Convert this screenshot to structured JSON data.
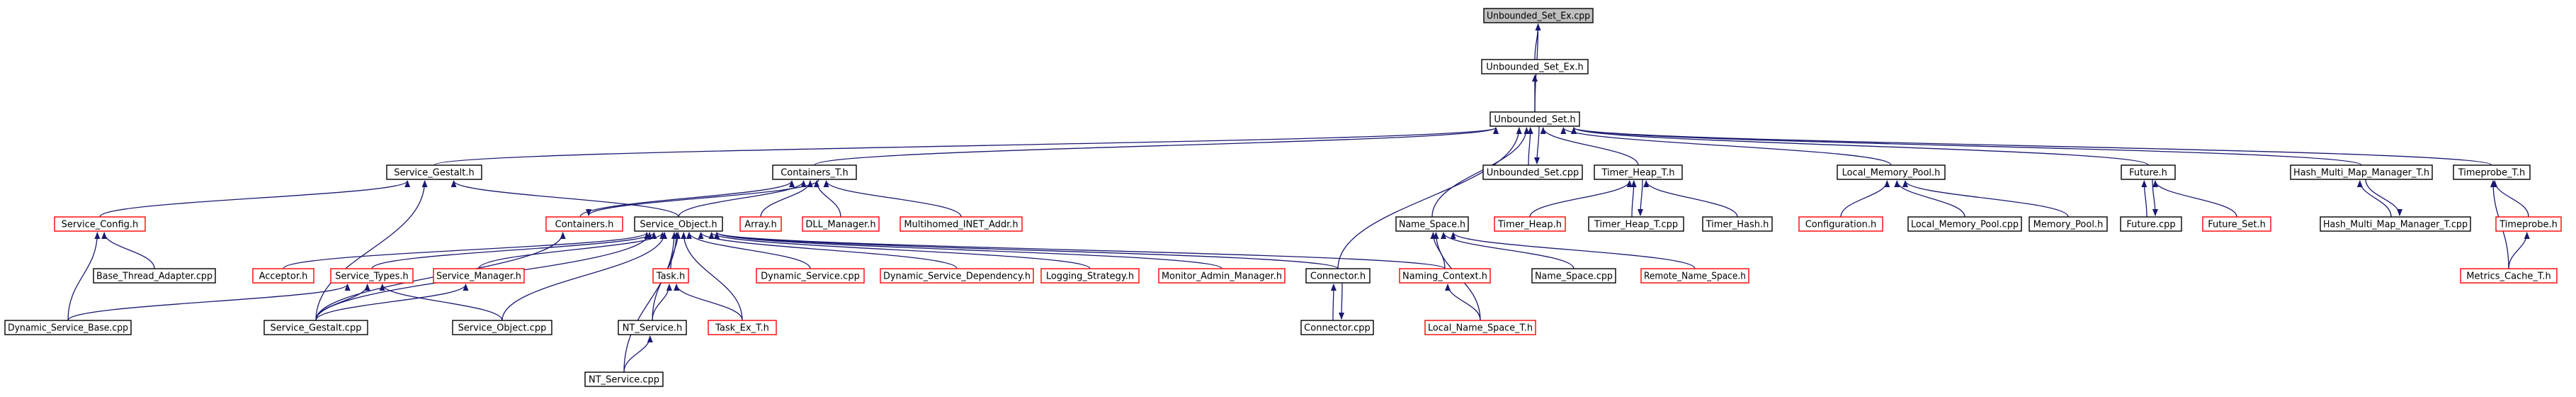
{
  "colors": {
    "edge": "#191970",
    "border_normal": "#000000",
    "border_undocumented": "#ff0000",
    "fill_normal": "#ffffff",
    "fill_root": "#bfbfbf"
  },
  "nodes": [
    {
      "id": "unbounded_set_ex_cpp",
      "label": "Unbounded_Set_Ex.cpp",
      "style": "root"
    },
    {
      "id": "unbounded_set_ex_h",
      "label": "Unbounded_Set_Ex.h",
      "style": "normal"
    },
    {
      "id": "unbounded_set_h",
      "label": "Unbounded_Set.h",
      "style": "normal"
    },
    {
      "id": "service_gestalt_h",
      "label": "Service_Gestalt.h",
      "style": "normal"
    },
    {
      "id": "containers_t_h",
      "label": "Containers_T.h",
      "style": "normal"
    },
    {
      "id": "unbounded_set_cpp",
      "label": "Unbounded_Set.cpp",
      "style": "normal"
    },
    {
      "id": "timer_heap_t_h",
      "label": "Timer_Heap_T.h",
      "style": "normal"
    },
    {
      "id": "local_memory_pool_h",
      "label": "Local_Memory_Pool.h",
      "style": "normal"
    },
    {
      "id": "future_h",
      "label": "Future.h",
      "style": "normal"
    },
    {
      "id": "hash_multi_map_manager_t_h",
      "label": "Hash_Multi_Map_Manager_T.h",
      "style": "normal"
    },
    {
      "id": "timeprobe_t_h",
      "label": "Timeprobe_T.h",
      "style": "normal"
    },
    {
      "id": "service_config_h",
      "label": "Service_Config.h",
      "style": "undocumented"
    },
    {
      "id": "containers_h",
      "label": "Containers.h",
      "style": "undocumented"
    },
    {
      "id": "service_object_h",
      "label": "Service_Object.h",
      "style": "normal"
    },
    {
      "id": "array_h",
      "label": "Array.h",
      "style": "undocumented"
    },
    {
      "id": "dll_manager_h",
      "label": "DLL_Manager.h",
      "style": "undocumented"
    },
    {
      "id": "multihomed_inet_addr_h",
      "label": "Multihomed_INET_Addr.h",
      "style": "undocumented"
    },
    {
      "id": "name_space_h",
      "label": "Name_Space.h",
      "style": "normal"
    },
    {
      "id": "timer_heap_h",
      "label": "Timer_Heap.h",
      "style": "undocumented"
    },
    {
      "id": "timer_heap_t_cpp",
      "label": "Timer_Heap_T.cpp",
      "style": "normal"
    },
    {
      "id": "timer_hash_h",
      "label": "Timer_Hash.h",
      "style": "normal"
    },
    {
      "id": "configuration_h",
      "label": "Configuration.h",
      "style": "undocumented"
    },
    {
      "id": "local_memory_pool_cpp",
      "label": "Local_Memory_Pool.cpp",
      "style": "normal"
    },
    {
      "id": "memory_pool_h",
      "label": "Memory_Pool.h",
      "style": "normal"
    },
    {
      "id": "future_cpp",
      "label": "Future.cpp",
      "style": "normal"
    },
    {
      "id": "future_set_h",
      "label": "Future_Set.h",
      "style": "undocumented"
    },
    {
      "id": "hash_multi_map_manager_t_cpp",
      "label": "Hash_Multi_Map_Manager_T.cpp",
      "style": "normal"
    },
    {
      "id": "timeprobe_h",
      "label": "Timeprobe.h",
      "style": "undocumented"
    },
    {
      "id": "base_thread_adapter_cpp",
      "label": "Base_Thread_Adapter.cpp",
      "style": "normal"
    },
    {
      "id": "acceptor_h",
      "label": "Acceptor.h",
      "style": "undocumented"
    },
    {
      "id": "service_types_h",
      "label": "Service_Types.h",
      "style": "undocumented"
    },
    {
      "id": "service_manager_h",
      "label": "Service_Manager.h",
      "style": "undocumented"
    },
    {
      "id": "task_h",
      "label": "Task.h",
      "style": "undocumented"
    },
    {
      "id": "dynamic_service_cpp",
      "label": "Dynamic_Service.cpp",
      "style": "undocumented"
    },
    {
      "id": "dynamic_service_dependency_h",
      "label": "Dynamic_Service_Dependency.h",
      "style": "undocumented"
    },
    {
      "id": "logging_strategy_h",
      "label": "Logging_Strategy.h",
      "style": "undocumented"
    },
    {
      "id": "monitor_admin_manager_h",
      "label": "Monitor_Admin_Manager.h",
      "style": "undocumented"
    },
    {
      "id": "connector_h",
      "label": "Connector.h",
      "style": "normal"
    },
    {
      "id": "naming_context_h",
      "label": "Naming_Context.h",
      "style": "undocumented"
    },
    {
      "id": "name_space_cpp",
      "label": "Name_Space.cpp",
      "style": "normal"
    },
    {
      "id": "remote_name_space_h",
      "label": "Remote_Name_Space.h",
      "style": "undocumented"
    },
    {
      "id": "metrics_cache_t_h",
      "label": "Metrics_Cache_T.h",
      "style": "undocumented"
    },
    {
      "id": "dynamic_service_base_cpp",
      "label": "Dynamic_Service_Base.cpp",
      "style": "normal"
    },
    {
      "id": "service_gestalt_cpp",
      "label": "Service_Gestalt.cpp",
      "style": "normal"
    },
    {
      "id": "service_object_cpp",
      "label": "Service_Object.cpp",
      "style": "normal"
    },
    {
      "id": "nt_service_h",
      "label": "NT_Service.h",
      "style": "normal"
    },
    {
      "id": "task_ex_t_h",
      "label": "Task_Ex_T.h",
      "style": "undocumented"
    },
    {
      "id": "connector_cpp",
      "label": "Connector.cpp",
      "style": "normal"
    },
    {
      "id": "local_name_space_t_h",
      "label": "Local_Name_Space_T.h",
      "style": "undocumented"
    },
    {
      "id": "nt_service_cpp",
      "label": "NT_Service.cpp",
      "style": "normal"
    }
  ],
  "edges": [
    [
      "unbounded_set_ex_h",
      "unbounded_set_ex_cpp"
    ],
    [
      "unbounded_set_h",
      "unbounded_set_ex_cpp"
    ],
    [
      "unbounded_set_h",
      "unbounded_set_ex_h"
    ],
    [
      "service_gestalt_h",
      "unbounded_set_h"
    ],
    [
      "containers_t_h",
      "unbounded_set_h"
    ],
    [
      "unbounded_set_cpp",
      "unbounded_set_h"
    ],
    [
      "unbounded_set_h",
      "unbounded_set_cpp"
    ],
    [
      "timer_heap_t_h",
      "unbounded_set_h"
    ],
    [
      "local_memory_pool_h",
      "unbounded_set_h"
    ],
    [
      "future_h",
      "unbounded_set_h"
    ],
    [
      "hash_multi_map_manager_t_h",
      "unbounded_set_h"
    ],
    [
      "timeprobe_t_h",
      "unbounded_set_h"
    ],
    [
      "name_space_h",
      "unbounded_set_h"
    ],
    [
      "connector_h",
      "unbounded_set_h"
    ],
    [
      "service_config_h",
      "service_gestalt_h"
    ],
    [
      "service_object_h",
      "service_gestalt_h"
    ],
    [
      "service_gestalt_cpp",
      "service_gestalt_h"
    ],
    [
      "containers_h",
      "containers_t_h"
    ],
    [
      "containers_t_h",
      "containers_h"
    ],
    [
      "service_object_h",
      "containers_t_h"
    ],
    [
      "array_h",
      "containers_t_h"
    ],
    [
      "dll_manager_h",
      "containers_t_h"
    ],
    [
      "multihomed_inet_addr_h",
      "containers_t_h"
    ],
    [
      "timer_heap_h",
      "timer_heap_t_h"
    ],
    [
      "timer_heap_t_cpp",
      "timer_heap_t_h"
    ],
    [
      "timer_heap_t_h",
      "timer_heap_t_cpp"
    ],
    [
      "timer_hash_h",
      "timer_heap_t_h"
    ],
    [
      "configuration_h",
      "local_memory_pool_h"
    ],
    [
      "local_memory_pool_cpp",
      "local_memory_pool_h"
    ],
    [
      "memory_pool_h",
      "local_memory_pool_h"
    ],
    [
      "future_cpp",
      "future_h"
    ],
    [
      "future_h",
      "future_cpp"
    ],
    [
      "future_set_h",
      "future_h"
    ],
    [
      "hash_multi_map_manager_t_cpp",
      "hash_multi_map_manager_t_h"
    ],
    [
      "hash_multi_map_manager_t_h",
      "hash_multi_map_manager_t_cpp"
    ],
    [
      "timeprobe_h",
      "timeprobe_t_h"
    ],
    [
      "metrics_cache_t_h",
      "timeprobe_t_h"
    ],
    [
      "metrics_cache_t_h",
      "timeprobe_h"
    ],
    [
      "dynamic_service_base_cpp",
      "service_config_h"
    ],
    [
      "base_thread_adapter_cpp",
      "service_config_h"
    ],
    [
      "service_gestalt_cpp",
      "containers_h"
    ],
    [
      "acceptor_h",
      "service_object_h"
    ],
    [
      "service_types_h",
      "service_object_h"
    ],
    [
      "service_manager_h",
      "service_object_h"
    ],
    [
      "service_object_cpp",
      "service_object_h"
    ],
    [
      "task_h",
      "service_object_h"
    ],
    [
      "nt_service_h",
      "service_object_h"
    ],
    [
      "nt_service_cpp",
      "service_object_h"
    ],
    [
      "task_ex_t_h",
      "service_object_h"
    ],
    [
      "dynamic_service_cpp",
      "service_object_h"
    ],
    [
      "dynamic_service_dependency_h",
      "service_object_h"
    ],
    [
      "logging_strategy_h",
      "service_object_h"
    ],
    [
      "monitor_admin_manager_h",
      "service_object_h"
    ],
    [
      "connector_h",
      "service_object_h"
    ],
    [
      "naming_context_h",
      "service_object_h"
    ],
    [
      "service_gestalt_cpp",
      "service_object_h"
    ],
    [
      "naming_context_h",
      "name_space_h"
    ],
    [
      "name_space_cpp",
      "name_space_h"
    ],
    [
      "remote_name_space_h",
      "name_space_h"
    ],
    [
      "local_name_space_t_h",
      "name_space_h"
    ],
    [
      "local_name_space_t_h",
      "naming_context_h"
    ],
    [
      "connector_cpp",
      "connector_h"
    ],
    [
      "connector_h",
      "connector_cpp"
    ],
    [
      "dynamic_service_base_cpp",
      "service_types_h"
    ],
    [
      "service_gestalt_cpp",
      "service_types_h"
    ],
    [
      "service_object_cpp",
      "service_types_h"
    ],
    [
      "service_gestalt_cpp",
      "service_manager_h"
    ],
    [
      "nt_service_h",
      "task_h"
    ],
    [
      "task_ex_t_h",
      "task_h"
    ],
    [
      "nt_service_cpp",
      "nt_service_h"
    ]
  ]
}
